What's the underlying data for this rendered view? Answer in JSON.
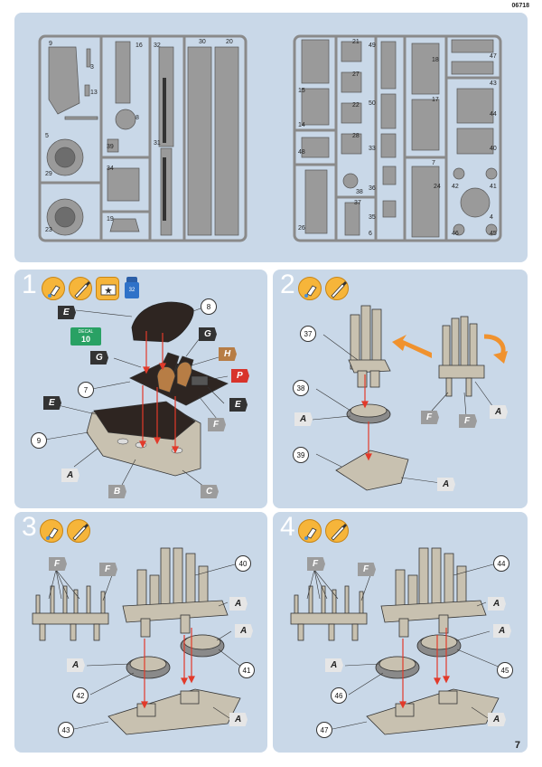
{
  "page_code": "06718",
  "page_number": "7",
  "sprue_a": {
    "part_numbers": [
      "9",
      "3",
      "13",
      "5",
      "29",
      "23",
      "16",
      "8",
      "39",
      "34",
      "19",
      "32",
      "31",
      "30",
      "20"
    ]
  },
  "sprue_b": {
    "part_numbers": [
      "15",
      "14",
      "48",
      "26",
      "21",
      "27",
      "22",
      "28",
      "38",
      "37",
      "49",
      "50",
      "33",
      "36",
      "35",
      "6",
      "18",
      "17",
      "7",
      "24",
      "47",
      "43",
      "44",
      "40",
      "42",
      "41",
      "46",
      "45",
      "4"
    ]
  },
  "steps": [
    {
      "number": "1",
      "icons": [
        "glue-icon",
        "brush-icon",
        "decal-icon",
        "paint-pot-icon"
      ],
      "paint_pot_label": "32",
      "decal": {
        "label": "DECAL",
        "number": "10"
      },
      "callouts": [
        "8",
        "7",
        "9"
      ],
      "colors": [
        "E",
        "G",
        "G",
        "H",
        "P",
        "E",
        "F",
        "E",
        "A",
        "B",
        "C"
      ]
    },
    {
      "number": "2",
      "icons": [
        "glue-icon",
        "brush-icon"
      ],
      "callouts": [
        "37",
        "38",
        "39"
      ],
      "colors": [
        "A",
        "A",
        "F",
        "F",
        "A"
      ]
    },
    {
      "number": "3",
      "icons": [
        "glue-icon",
        "brush-icon"
      ],
      "callouts": [
        "40",
        "41",
        "42",
        "43"
      ],
      "colors": [
        "F",
        "F",
        "A",
        "A",
        "A",
        "A"
      ]
    },
    {
      "number": "4",
      "icons": [
        "glue-icon",
        "brush-icon"
      ],
      "callouts": [
        "44",
        "45",
        "46",
        "47"
      ],
      "colors": [
        "F",
        "F",
        "A",
        "A",
        "A",
        "A"
      ]
    }
  ]
}
